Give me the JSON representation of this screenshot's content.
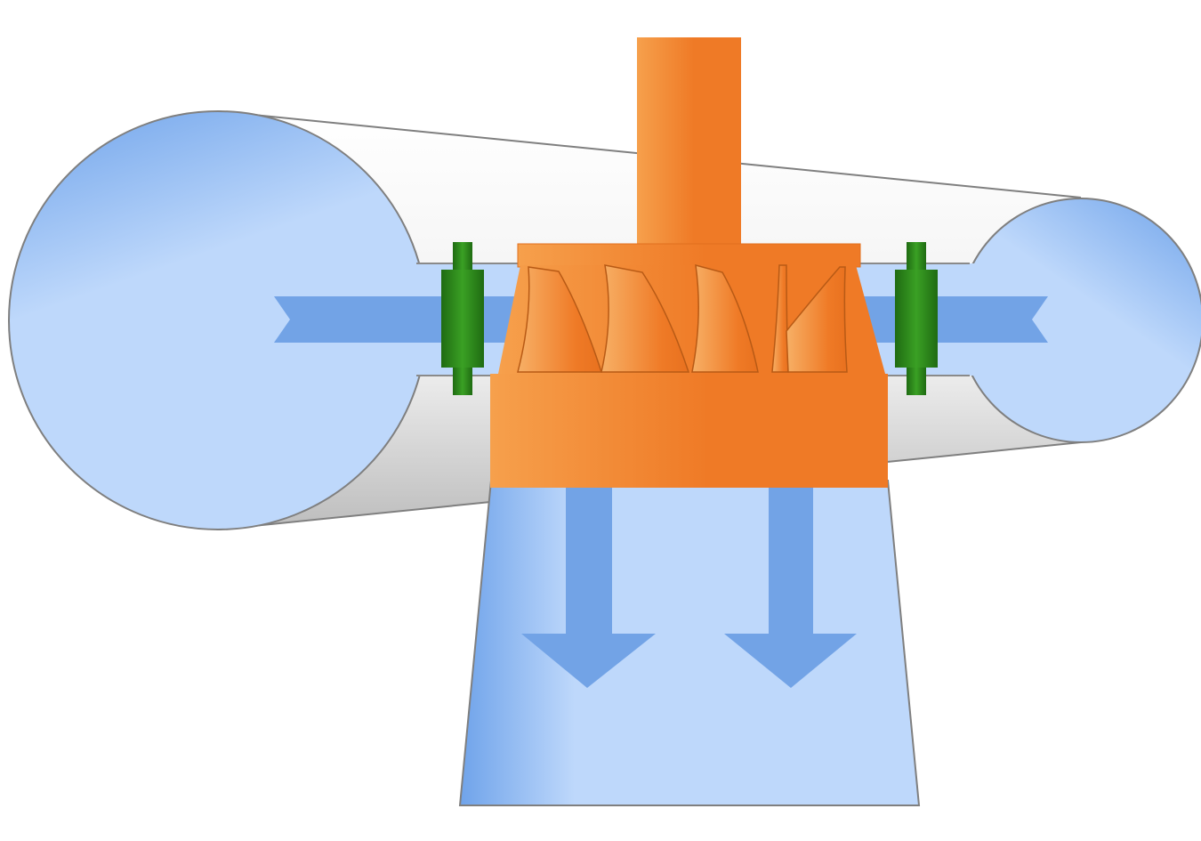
{
  "diagram": {
    "subject": "francis-turbine-cross-section",
    "components": [
      "spiral-casing",
      "shaft",
      "runner",
      "wicket-gate-left",
      "wicket-gate-right",
      "inflow-arrow-left",
      "inflow-arrow-right",
      "draft-tube",
      "outflow-arrow-left",
      "outflow-arrow-right"
    ],
    "colors": {
      "water_light": "#bed8fb",
      "water_dark": "#6fa3ea",
      "flow_arrow": "#72a3e6",
      "metal_light": "#f6a04c",
      "metal_dark": "#ef7a26",
      "gate_green": "#2f8f1e",
      "gate_green_dark": "#1f6b12",
      "outline": "#7f7f7f",
      "casing_shadow": "#c8c8c8"
    }
  }
}
